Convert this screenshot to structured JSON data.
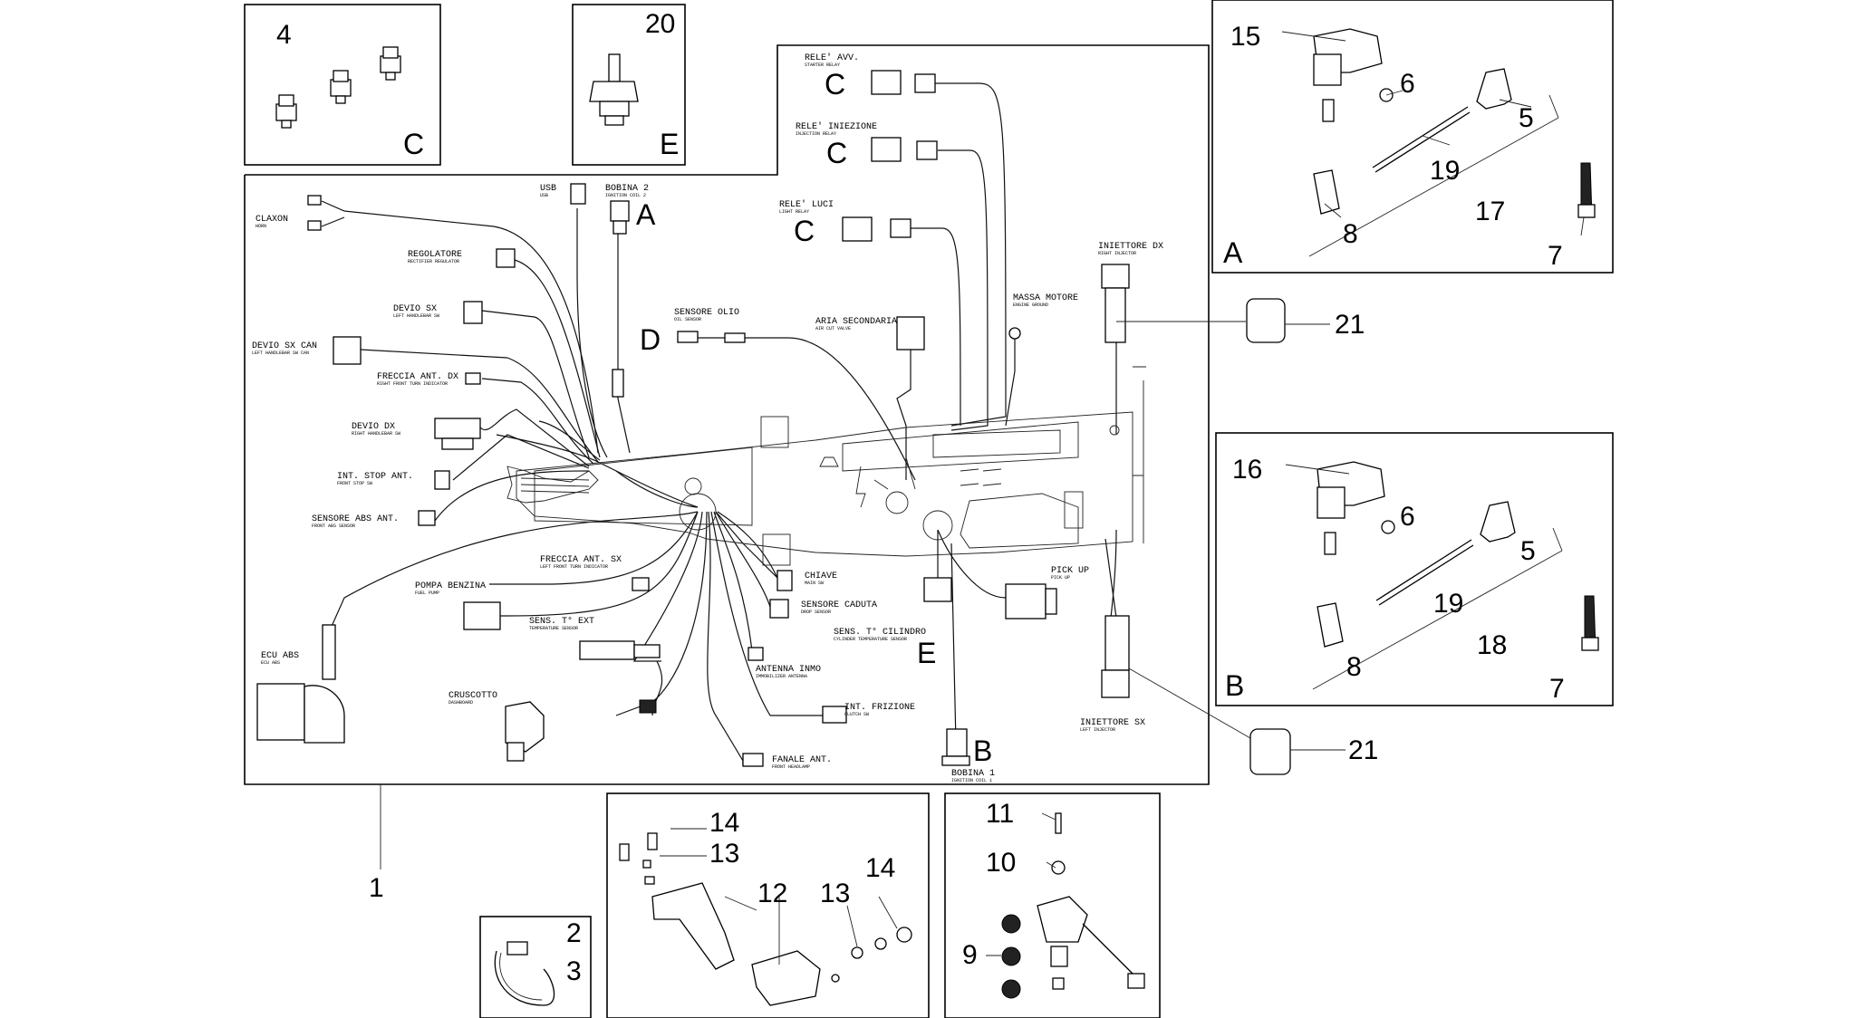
{
  "part_refs": {
    "r1": "1",
    "r2": "2",
    "r3": "3",
    "r4": "4",
    "r5a": "5",
    "r5b": "5",
    "r6a": "6",
    "r6b": "6",
    "r7a": "7",
    "r7b": "7",
    "r8a": "8",
    "r8b": "8",
    "r9": "9",
    "r10": "10",
    "r11": "11",
    "r12": "12",
    "r13a": "13",
    "r13b": "13",
    "r14a": "14",
    "r14b": "14",
    "r15": "15",
    "r16": "16",
    "r17": "17",
    "r18": "18",
    "r19a": "19",
    "r19b": "19",
    "r20": "20",
    "r21a": "21",
    "r21b": "21"
  },
  "letters": {
    "box4": "C",
    "box20": "E",
    "boxA": "A",
    "boxB": "B",
    "rele_avv": "C",
    "rele_iniezione": "C",
    "rele_luci": "C",
    "bobina2": "A",
    "bobina1": "B",
    "sensore_olio": "D",
    "sens_cilindro": "E"
  },
  "labels": {
    "claxon": "CLAXON",
    "claxon_sub": "HORN",
    "regolatore": "REGOLATORE",
    "regolatore_sub": "RECTIFIER REGULATOR",
    "devio_sx": "DEVIO SX",
    "devio_sx_sub": "LEFT HANDLEBAR SW",
    "devio_sx_can": "DEVIO SX CAN",
    "devio_sx_can_sub": "LEFT HANDLEBAR SW CAN",
    "freccia_ant_dx": "FRECCIA ANT. DX",
    "freccia_ant_dx_sub": "RIGHT FRONT TURN INDICATOR",
    "devio_dx": "DEVIO DX",
    "devio_dx_sub": "RIGHT HANDLEBAR SW",
    "int_stop_ant": "INT. STOP ANT.",
    "int_stop_ant_sub": "FRONT STOP SW",
    "sensore_abs_ant": "SENSORE ABS ANT.",
    "sensore_abs_ant_sub": "FRONT ABS SENSOR",
    "usb": "USB",
    "usb_sub": "USB",
    "bobina2": "BOBINA 2",
    "bobina2_sub": "IGNITION COIL 2",
    "rele_avv": "RELE' AVV.",
    "rele_avv_sub": "STARTER RELAY",
    "rele_iniezione": "RELE' INIEZIONE",
    "rele_iniezione_sub": "INJECTION RELAY",
    "rele_luci": "RELE' LUCI",
    "rele_luci_sub": "LIGHT RELAY",
    "sensore_olio": "SENSORE OLIO",
    "sensore_olio_sub": "OIL SENSOR",
    "aria_secondaria": "ARIA SECONDARIA",
    "aria_secondaria_sub": "AIR CUT VALVE",
    "massa_motore": "MASSA MOTORE",
    "massa_motore_sub": "ENGINE GROUND",
    "iniettore_dx": "INIETTORE DX",
    "iniettore_dx_sub": "RIGHT INJECTOR",
    "freccia_ant_sx": "FRECCIA ANT. SX",
    "freccia_ant_sx_sub": "LEFT FRONT TURN INDICATOR",
    "pompa_benzina": "POMPA BENZINA",
    "pompa_benzina_sub": "FUEL PUMP",
    "chiave": "CHIAVE",
    "chiave_sub": "MAIN SW",
    "sensore_caduta": "SENSORE CADUTA",
    "sensore_caduta_sub": "DROP SENSOR",
    "sens_ext": "SENS. T° EXT",
    "sens_ext_sub": "TEMPERATURE SENSOR",
    "sens_cilindro": "SENS. T° CILINDRO",
    "sens_cilindro_sub": "CYLINDER TEMPERATURE SENSOR",
    "pick_up": "PICK UP",
    "pick_up_sub": "PICK UP",
    "ecu_abs": "ECU ABS",
    "ecu_abs_sub": "ECU ABS",
    "antenna_inmo": "ANTENNA INMO",
    "antenna_inmo_sub": "IMMOBILIZER ANTENNA",
    "cruscotto": "CRUSCOTTO",
    "cruscotto_sub": "DASHBOARD",
    "int_frizione": "INT. FRIZIONE",
    "int_frizione_sub": "CLUTCH SW",
    "fanale_ant": "FANALE ANT.",
    "fanale_ant_sub": "FRONT HEADLAMP",
    "bobina1": "BOBINA 1",
    "bobina1_sub": "IGNITION COIL 1",
    "iniettore_sx": "INIETTORE SX",
    "iniettore_sx_sub": "LEFT INJECTOR"
  }
}
